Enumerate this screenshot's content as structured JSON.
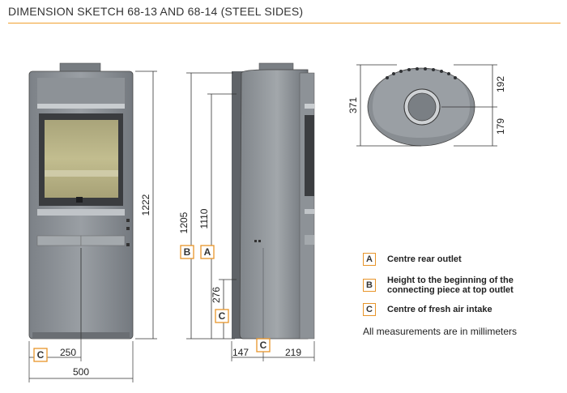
{
  "title": "DIMENSION SKETCH 68-13 AND 68-14 (STEEL SIDES)",
  "colors": {
    "accent": "#e8952a",
    "stove_body": "#8a8f94",
    "glass": "#b9b384"
  },
  "front": {
    "height": "1222",
    "width": "500",
    "offset": "250",
    "marker": "C"
  },
  "side": {
    "height_b": "1205",
    "height_a": "1110",
    "height_c": "276",
    "depth_back": "147",
    "depth_front": "219",
    "marker_a": "A",
    "marker_b": "B",
    "marker_c": "C"
  },
  "top": {
    "total": "371",
    "upper": "192",
    "lower": "179"
  },
  "legend": [
    {
      "key": "A",
      "text": "Centre rear outlet"
    },
    {
      "key": "B",
      "text": "Height to the beginning of the connecting piece at top outlet"
    },
    {
      "key": "C",
      "text": "Centre of fresh air intake"
    }
  ],
  "note": "All measurements are in millimeters"
}
